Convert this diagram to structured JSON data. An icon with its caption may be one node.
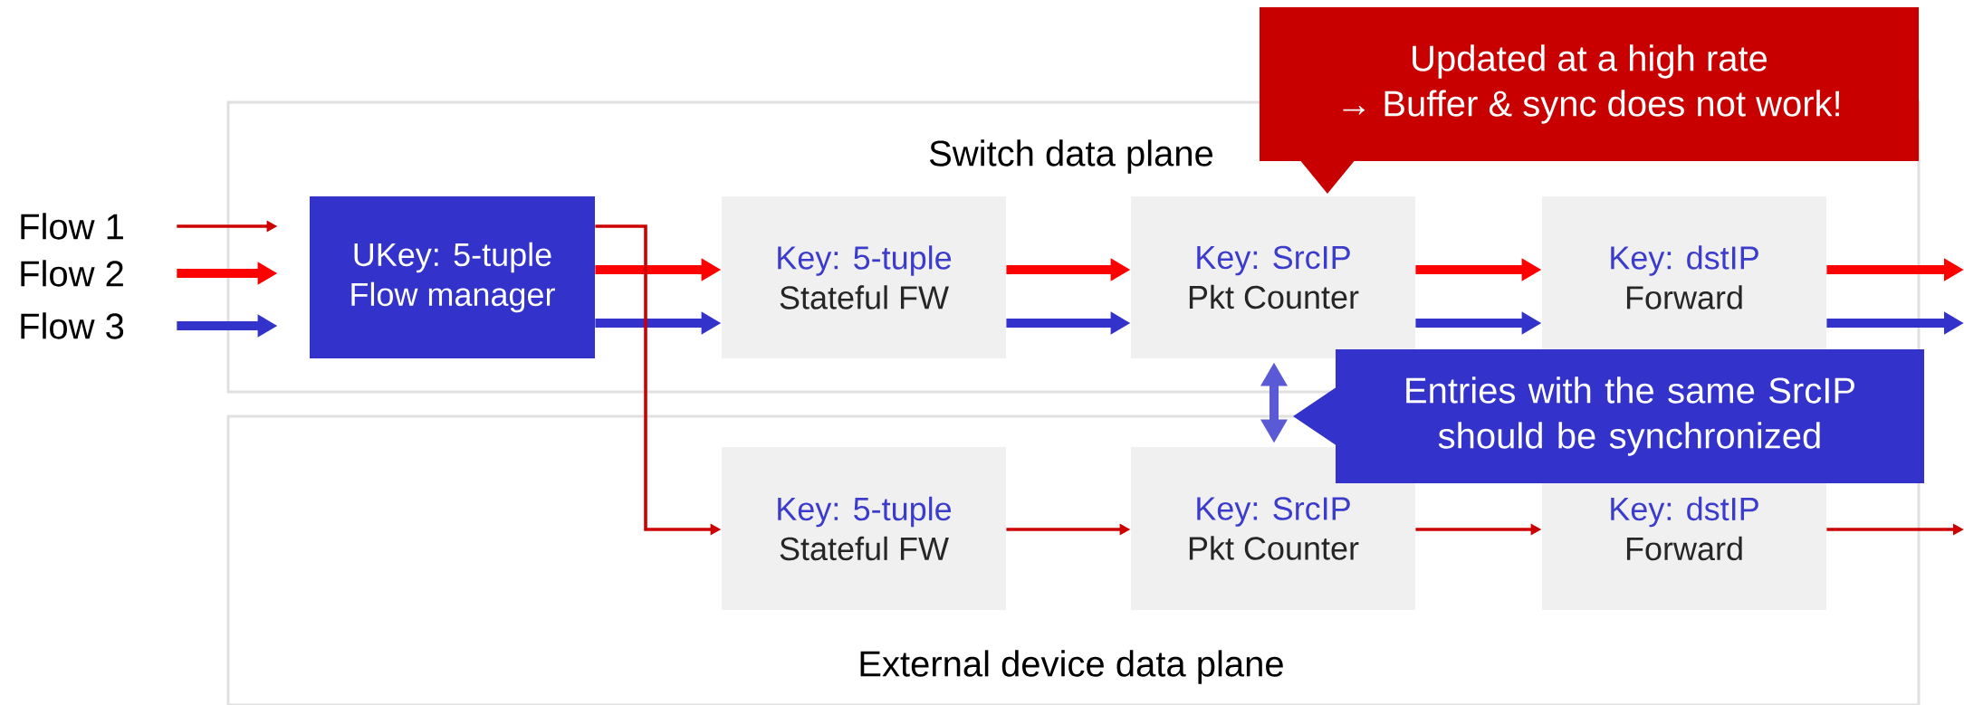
{
  "diagram": {
    "nodes": [
      {
        "text": [
          "Switch data plane"
        ]
      },
      {
        "text": [
          "External device data plane"
        ]
      },
      {
        "text": [
          "Flow 1"
        ]
      },
      {
        "text": [
          "Flow 2"
        ]
      },
      {
        "text": [
          "Flow 3"
        ]
      },
      {
        "text": [
          "UKey: 5-tuple",
          "Flow manager"
        ],
        "in": 0
      },
      {
        "text": [
          "Key: 5-tuple",
          "Stateful FW"
        ],
        "in": 0
      },
      {
        "text": [
          "Key: SrcIP",
          "Pkt Counter"
        ],
        "in": 0
      },
      {
        "text": [
          "Key: dstIP",
          "Forward"
        ],
        "in": 0
      },
      {
        "text": [
          "Key: 5-tuple",
          "Stateful FW"
        ],
        "in": 1
      },
      {
        "text": [
          "Key: SrcIP",
          "Pkt Counter"
        ],
        "in": 1
      },
      {
        "text": [
          "Key: dstIP",
          "Forward"
        ],
        "in": 1
      },
      {
        "text": [
          "Updated at a high rate",
          "→ Buffer & sync does not work!"
        ]
      },
      {
        "text": [
          "Entries with the same SrcIP should be synchronized"
        ]
      }
    ],
    "edges": [
      {
        "from": 2,
        "to": 5,
        "arrow": "to",
        "color": "#cc0000"
      },
      {
        "from": 3,
        "to": 5,
        "arrow": "to",
        "color": "#ff0000"
      },
      {
        "from": 4,
        "to": 5,
        "arrow": "to",
        "color": "#3333cc"
      },
      {
        "from": 5,
        "to": 6,
        "arrow": "to",
        "color": "#ff0000"
      },
      {
        "from": 5,
        "to": 6,
        "arrow": "to",
        "color": "#3333cc"
      },
      {
        "from": 5,
        "to": 9,
        "arrow": "to",
        "color": "#cc0000"
      },
      {
        "from": 6,
        "to": 7,
        "arrow": "to",
        "color": "#ff0000"
      },
      {
        "from": 6,
        "to": 7,
        "arrow": "to",
        "color": "#3333cc"
      },
      {
        "from": 7,
        "to": 8,
        "arrow": "to",
        "color": "#ff0000"
      },
      {
        "from": 7,
        "to": 8,
        "arrow": "to",
        "color": "#3333cc"
      },
      {
        "from": 8,
        "to": null,
        "arrow": "to",
        "color": "#ff0000"
      },
      {
        "from": 8,
        "to": null,
        "arrow": "to",
        "color": "#3333cc"
      },
      {
        "from": 9,
        "to": 10,
        "arrow": "to",
        "color": "#cc0000"
      },
      {
        "from": 10,
        "to": 11,
        "arrow": "to",
        "color": "#cc0000"
      },
      {
        "from": 11,
        "to": null,
        "arrow": "to",
        "color": "#cc0000"
      },
      {
        "from": 7,
        "to": 10,
        "arrow": "both",
        "color": "#5a5ad6"
      }
    ]
  }
}
